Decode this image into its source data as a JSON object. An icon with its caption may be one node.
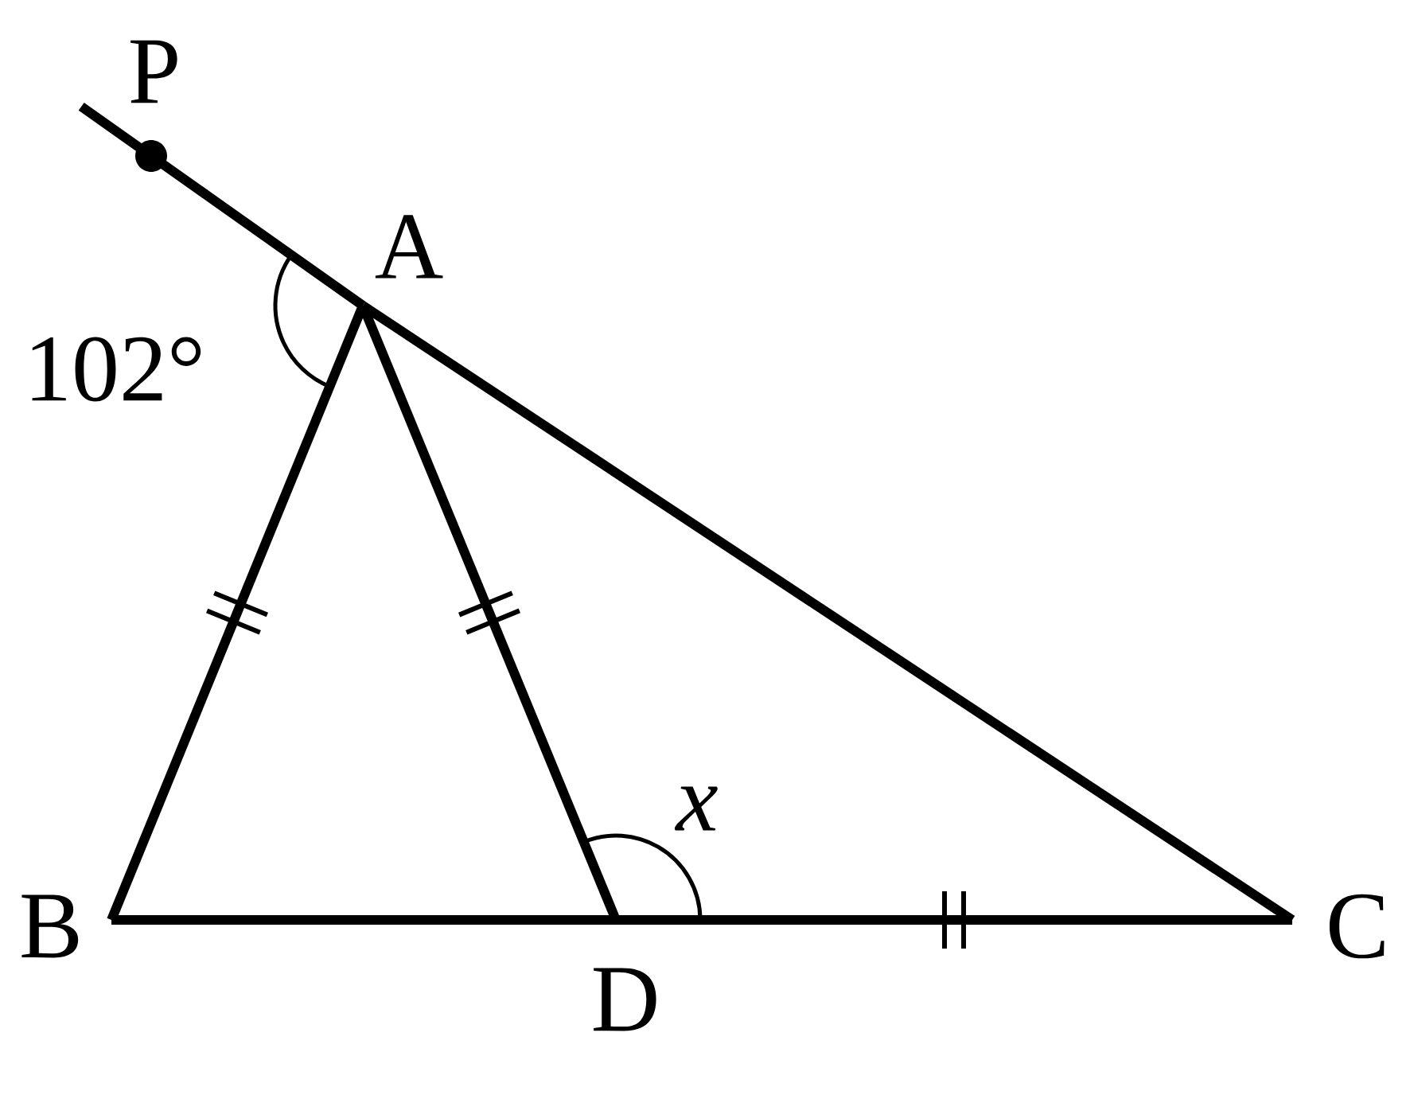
{
  "diagram": {
    "nodes": [
      {
        "text": [
          "P"
        ]
      },
      {
        "text": [
          "A"
        ]
      },
      {
        "text": [
          "B"
        ]
      },
      {
        "text": [
          "C"
        ]
      },
      {
        "text": [
          "D"
        ]
      }
    ],
    "edges": [
      {
        "from": 0,
        "to": 1,
        "arrow": "none"
      },
      {
        "from": 1,
        "to": 3,
        "arrow": "none"
      },
      {
        "from": 1,
        "to": 2,
        "arrow": "none"
      },
      {
        "from": 1,
        "to": 4,
        "arrow": "none"
      },
      {
        "from": 2,
        "to": 4,
        "arrow": "none"
      },
      {
        "from": 4,
        "to": 3,
        "arrow": "none"
      }
    ],
    "labels": [
      "102°",
      "x"
    ]
  }
}
